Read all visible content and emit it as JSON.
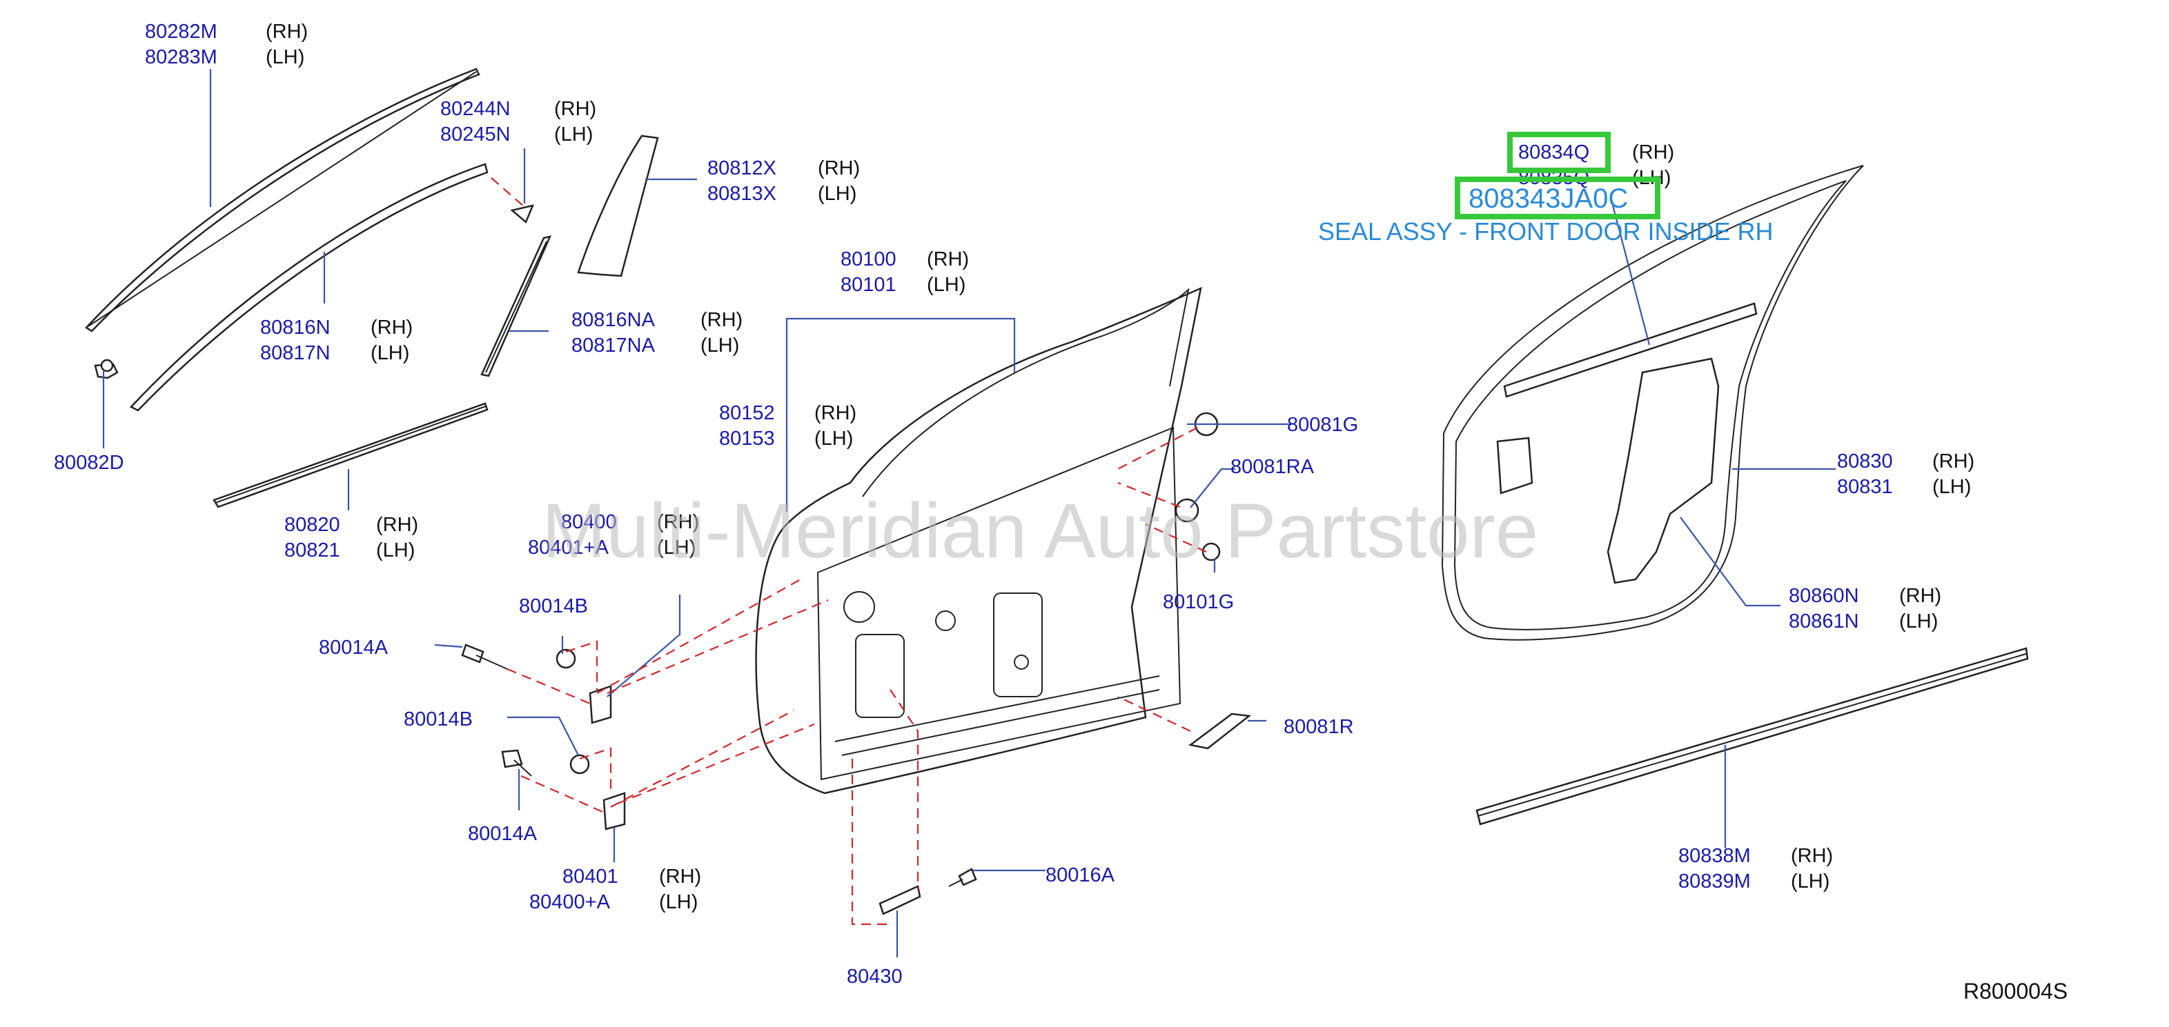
{
  "parts": [
    {
      "id": "p80282",
      "code": "80282M",
      "side": "(RH)"
    },
    {
      "id": "p80283",
      "code": "80283M",
      "side": "(LH)"
    },
    {
      "id": "p80244",
      "code": "80244N",
      "side": "(RH)"
    },
    {
      "id": "p80245",
      "code": "80245N",
      "side": "(LH)"
    },
    {
      "id": "p80812",
      "code": "80812X",
      "side": "(RH)"
    },
    {
      "id": "p80813",
      "code": "80813X",
      "side": "(LH)"
    },
    {
      "id": "p80816n",
      "code": "80816N",
      "side": "(RH)"
    },
    {
      "id": "p80817n",
      "code": "80817N",
      "side": "(LH)"
    },
    {
      "id": "p80816na",
      "code": "80816NA",
      "side": "(RH)"
    },
    {
      "id": "p80817na",
      "code": "80817NA",
      "side": "(LH)"
    },
    {
      "id": "p80082d",
      "code": "80082D",
      "side": ""
    },
    {
      "id": "p80820",
      "code": "80820",
      "side": "(RH)"
    },
    {
      "id": "p80821",
      "code": "80821",
      "side": "(LH)"
    },
    {
      "id": "p80100",
      "code": "80100",
      "side": "(RH)"
    },
    {
      "id": "p80101",
      "code": "80101",
      "side": "(LH)"
    },
    {
      "id": "p80152",
      "code": "80152",
      "side": "(RH)"
    },
    {
      "id": "p80153",
      "code": "80153",
      "side": "(LH)"
    },
    {
      "id": "p80400",
      "code": "80400",
      "side": "(RH)"
    },
    {
      "id": "p80401a",
      "code": "80401+A",
      "side": "(LH)"
    },
    {
      "id": "p80014b1",
      "code": "80014B",
      "side": ""
    },
    {
      "id": "p80014a1",
      "code": "80014A",
      "side": ""
    },
    {
      "id": "p80014b2",
      "code": "80014B",
      "side": ""
    },
    {
      "id": "p80014a2",
      "code": "80014A",
      "side": ""
    },
    {
      "id": "p80401",
      "code": "80401",
      "side": "(RH)"
    },
    {
      "id": "p80400a",
      "code": "80400+A",
      "side": "(LH)"
    },
    {
      "id": "p80081g",
      "code": "80081G",
      "side": ""
    },
    {
      "id": "p80081ra",
      "code": "80081RA",
      "side": ""
    },
    {
      "id": "p80101g",
      "code": "80101G",
      "side": ""
    },
    {
      "id": "p80081r",
      "code": "80081R",
      "side": ""
    },
    {
      "id": "p80016a",
      "code": "80016A",
      "side": ""
    },
    {
      "id": "p80430",
      "code": "80430",
      "side": ""
    },
    {
      "id": "p80834q",
      "code": "80834Q",
      "side": "(RH)"
    },
    {
      "id": "p80835q",
      "code": "80835Q",
      "side": "(LH)"
    },
    {
      "id": "p80830",
      "code": "80830",
      "side": "(RH)"
    },
    {
      "id": "p80831",
      "code": "80831",
      "side": "(LH)"
    },
    {
      "id": "p80860n",
      "code": "80860N",
      "side": "(RH)"
    },
    {
      "id": "p80861n",
      "code": "80861N",
      "side": "(LH)"
    },
    {
      "id": "p80838m",
      "code": "80838M",
      "side": "(RH)"
    },
    {
      "id": "p80839m",
      "code": "80839M",
      "side": "(LH)"
    }
  ],
  "highlight": {
    "part_number": "808343JA0C",
    "description": "SEAL ASSY - FRONT DOOR INSIDE RH"
  },
  "watermark": "Multi-Meridian Auto Partstore",
  "diagram_code": "R800004S",
  "colors": {
    "part_number": "#1a1aa6",
    "leader_line": "#3a55a8",
    "dashed_guide": "#d0262b",
    "highlight_box": "#37c93a",
    "highlight_text": "#2a8ad6"
  }
}
